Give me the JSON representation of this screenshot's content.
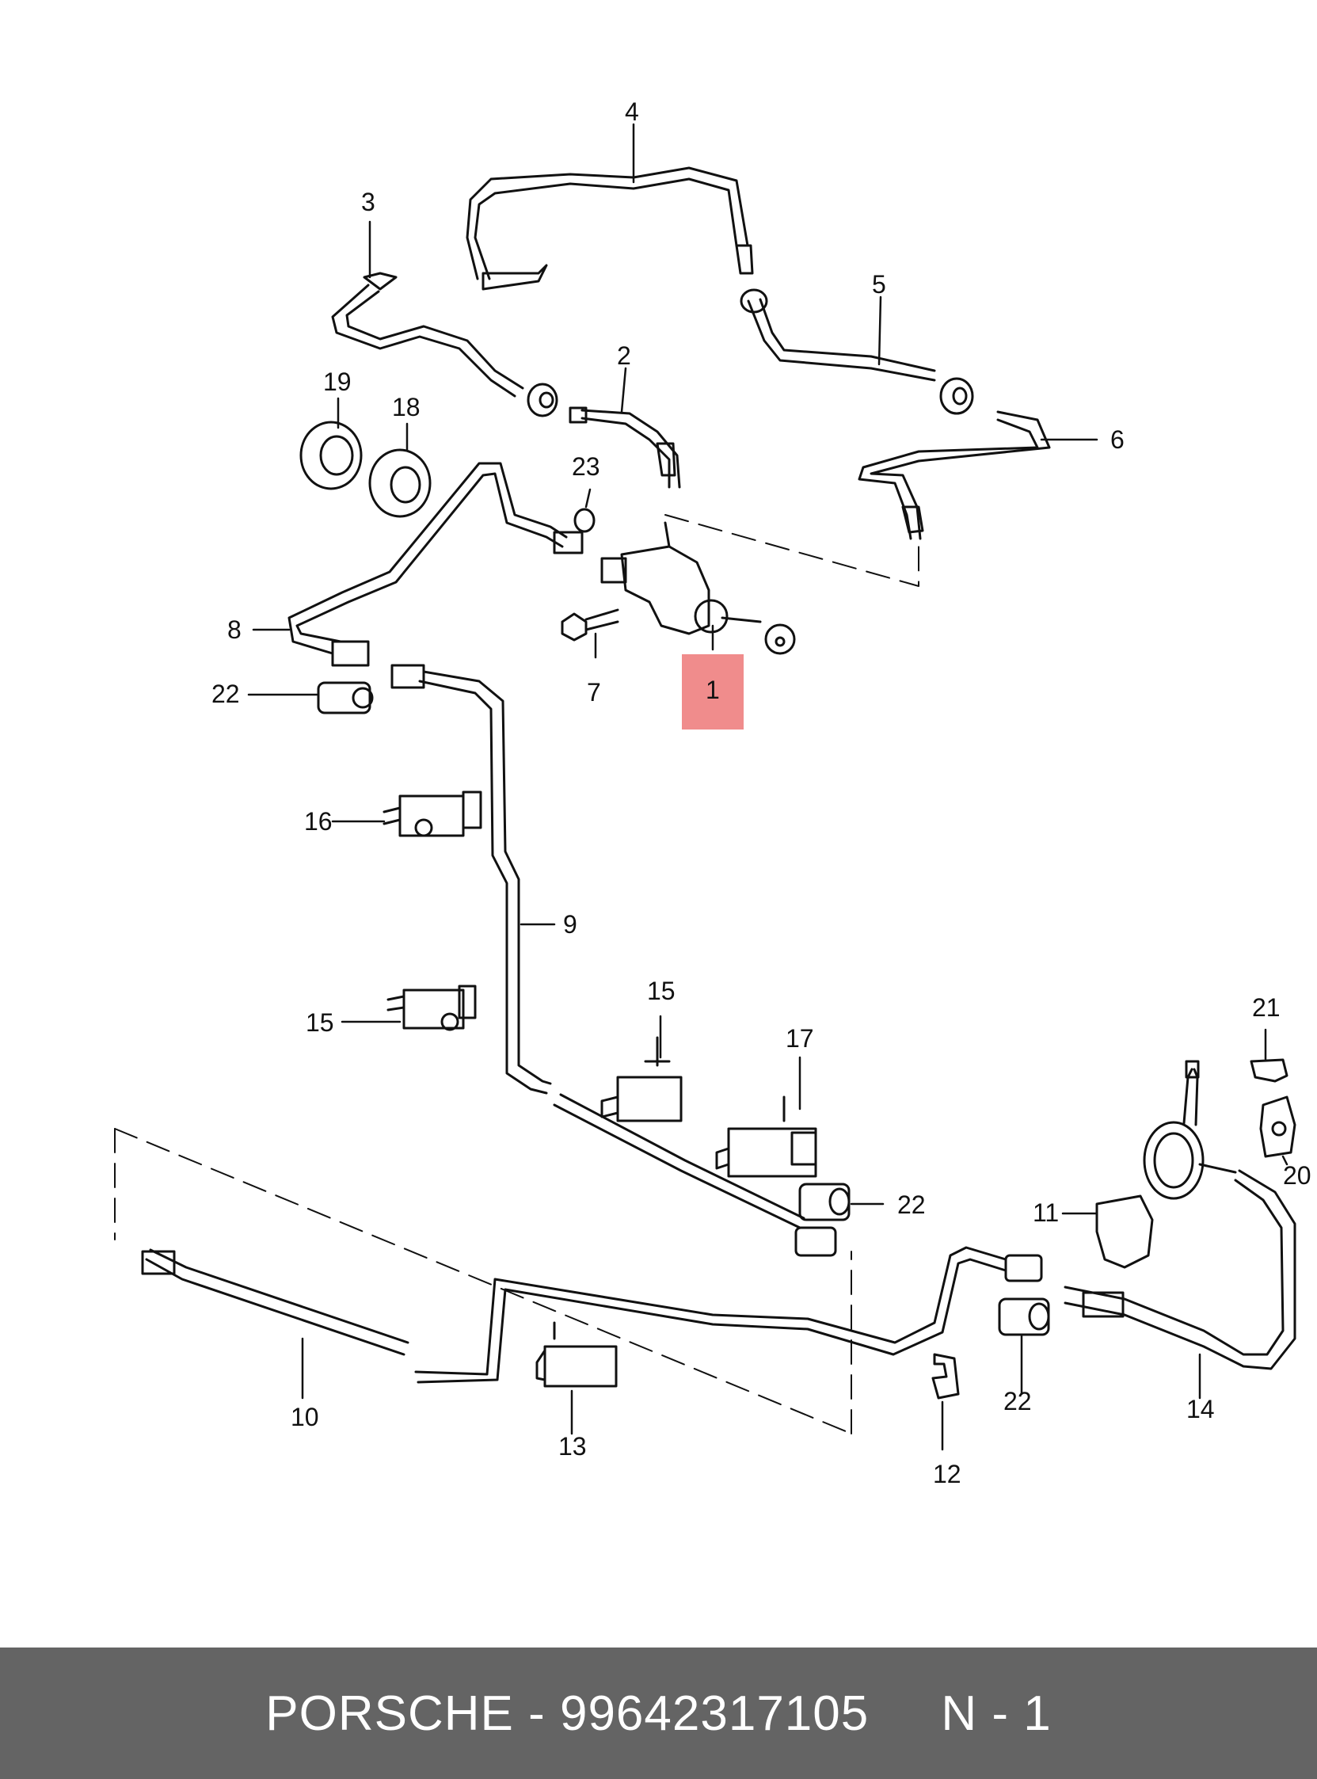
{
  "callouts": {
    "c1": "1",
    "c2": "2",
    "c3": "3",
    "c4": "4",
    "c5": "5",
    "c6": "6",
    "c7": "7",
    "c8": "8",
    "c9": "9",
    "c10": "10",
    "c11": "11",
    "c12": "12",
    "c13": "13",
    "c14": "14",
    "c15a": "15",
    "c15b": "15",
    "c16": "16",
    "c17": "17",
    "c18": "18",
    "c19": "19",
    "c20": "20",
    "c21": "21",
    "c22a": "22",
    "c22b": "22",
    "c22c": "22",
    "c23": "23"
  },
  "highlight": {
    "part": "1",
    "color": "#f08c8c"
  },
  "footer": {
    "text": "PORSCHE - 99642317105     N - 1",
    "background": "#646464"
  }
}
